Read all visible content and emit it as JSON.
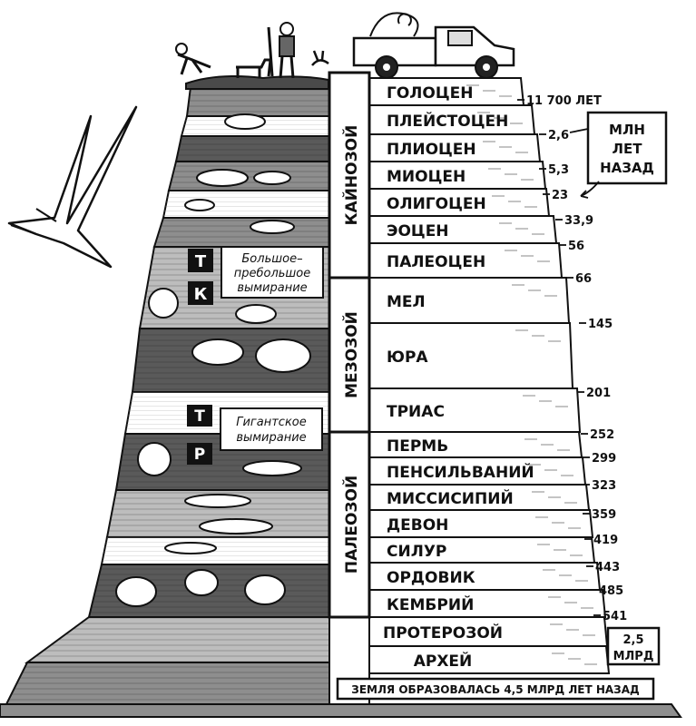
{
  "eras": [
    {
      "key": "cenozoic",
      "label": "КАЙНОЗОЙ"
    },
    {
      "key": "mesozoic",
      "label": "МЕЗОЗОЙ"
    },
    {
      "key": "paleozoic",
      "label": "ПАЛЕОЗОЙ"
    }
  ],
  "periods": [
    {
      "key": "holocene",
      "label": "ГОЛОЦЕН",
      "boundary": "11 700 ЛЕТ"
    },
    {
      "key": "pleistocene",
      "label": "ПЛЕЙСТОЦЕН",
      "boundary": "2,6"
    },
    {
      "key": "pliocene",
      "label": "ПЛИОЦЕН",
      "boundary": "5,3"
    },
    {
      "key": "miocene",
      "label": "МИОЦЕН",
      "boundary": "23"
    },
    {
      "key": "oligocene",
      "label": "ОЛИГОЦЕН",
      "boundary": "33,9"
    },
    {
      "key": "eocene",
      "label": "ЭОЦЕН",
      "boundary": "56"
    },
    {
      "key": "paleocene",
      "label": "ПАЛЕОЦЕН",
      "boundary": "66"
    },
    {
      "key": "cretaceous",
      "label": "МЕЛ",
      "boundary": "145"
    },
    {
      "key": "jurassic",
      "label": "ЮРА",
      "boundary": "201"
    },
    {
      "key": "triassic",
      "label": "ТРИАС",
      "boundary": "252"
    },
    {
      "key": "permian",
      "label": "ПЕРМЬ",
      "boundary": "299"
    },
    {
      "key": "pennsylvanian",
      "label": "ПЕНСИЛЬВАНИЙ",
      "boundary": "323"
    },
    {
      "key": "mississippian",
      "label": "МИССИСИПИЙ",
      "boundary": "359"
    },
    {
      "key": "devonian",
      "label": "ДЕВОН",
      "boundary": "419"
    },
    {
      "key": "silurian",
      "label": "СИЛУР",
      "boundary": "443"
    },
    {
      "key": "ordovician",
      "label": "ОРДОВИК",
      "boundary": "485"
    },
    {
      "key": "cambrian",
      "label": "КЕМБРИЙ",
      "boundary": "541"
    },
    {
      "key": "proterozoic",
      "label": "ПРОТЕРОЗОЙ",
      "boundary": ""
    },
    {
      "key": "archean",
      "label": "АРХЕЙ",
      "boundary": ""
    }
  ],
  "unit_box": {
    "line1": "МЛН",
    "line2": "ЛЕТ",
    "line3": "НАЗАД"
  },
  "billion_box": {
    "line1": "2,5",
    "line2": "МЛРД"
  },
  "footer": "ЗЕМЛЯ ОБРАЗОВАЛАСЬ 4,5 МЛРД ЛЕТ НАЗАД",
  "extinctions": {
    "kt": {
      "letter_top": "Т",
      "letter_bottom": "К",
      "line1": "Большое–",
      "line2": "пребольшое",
      "line3": "вымирание"
    },
    "pt": {
      "letter_top": "Т",
      "letter_bottom": "Р",
      "line1": "Гигантское",
      "line2": "вымирание"
    }
  },
  "colors": {
    "ink": "#111111",
    "dark_layer": "#5a5a5a",
    "mid_layer": "#8e8e8e",
    "light_layer": "#bdbdbd",
    "paper": "#ffffff"
  }
}
